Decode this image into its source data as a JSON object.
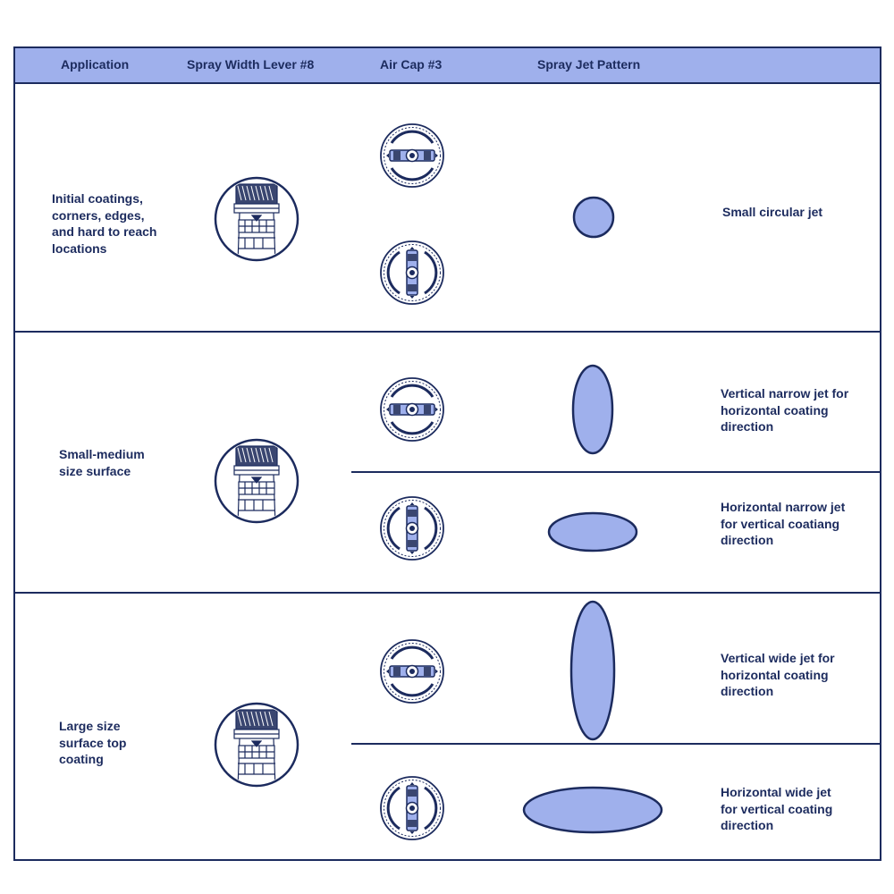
{
  "header": {
    "col_application": "Application",
    "col_spray_width_lever": "Spray Width Lever #8",
    "col_air_cap": "Air Cap #3",
    "col_spray_jet_pattern": "Spray Jet Pattern"
  },
  "rows": [
    {
      "application": [
        "Initial coatings,",
        "corners, edges,",
        "and hard to reach",
        "locations"
      ],
      "results": [
        {
          "description": [
            "Small circular jet"
          ],
          "air_cap_orientation": "horizontal",
          "jet_shape": "circle"
        }
      ]
    },
    {
      "application": [
        "Small-medium",
        "size surface"
      ],
      "results": [
        {
          "description": [
            "Vertical narrow jet for",
            "horizontal coating",
            "direction"
          ],
          "air_cap_orientation": "horizontal",
          "jet_shape": "vertical-narrow"
        },
        {
          "description": [
            "Horizontal narrow jet",
            "for vertical coatiang",
            "direction"
          ],
          "air_cap_orientation": "vertical",
          "jet_shape": "horizontal-narrow"
        }
      ]
    },
    {
      "application": [
        "Large size",
        "surface top",
        "coating"
      ],
      "results": [
        {
          "description": [
            "Vertical wide jet for",
            "horizontal coating",
            "direction"
          ],
          "air_cap_orientation": "horizontal",
          "jet_shape": "vertical-wide"
        },
        {
          "description": [
            "Horizontal wide jet",
            "for vertical coating",
            "direction"
          ],
          "air_cap_orientation": "vertical",
          "jet_shape": "horizontal-wide"
        }
      ]
    }
  ],
  "colors": {
    "outline": "#1c2b5e",
    "fill": "#9fb0ec",
    "header_bg": "#9fb0ec"
  },
  "icons": {
    "lever": "spray-width-lever-icon",
    "air_cap": "air-cap-icon"
  }
}
